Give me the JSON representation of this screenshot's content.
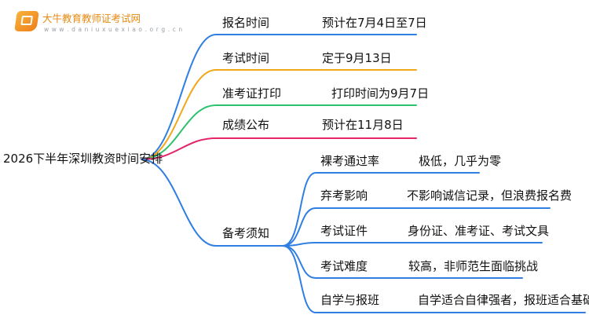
{
  "logo": {
    "name": "大牛教育教师证考试网",
    "url": "w w w . d a n i u x u e x i a o . o r g . c n"
  },
  "root": "2026下半年深圳教资时间安排",
  "branches": [
    {
      "label": "报名时间",
      "value": "预计在7月4日至7日",
      "color": "#2f7fe3"
    },
    {
      "label": "考试时间",
      "value": "定于9月13日",
      "color": "#f0a818"
    },
    {
      "label": "准考证打印",
      "value": "打印时间为9月7日",
      "color": "#2cc26d"
    },
    {
      "label": "成绩公布",
      "value": "预计在11月8日",
      "color": "#e4256a"
    },
    {
      "label": "备考须知",
      "color": "#2f7fe3",
      "children": [
        {
          "label": "裸考通过率",
          "value": "极低，几乎为零"
        },
        {
          "label": "弃考影响",
          "value": "不影响诚信记录，但浪费报名费"
        },
        {
          "label": "考试证件",
          "value": "身份证、准考证、考试文具"
        },
        {
          "label": "考试难度",
          "value": "较高，非师范生面临挑战"
        },
        {
          "label": "自学与报班",
          "value": "自学适合自律强者，报班适合基础弱者"
        }
      ]
    }
  ]
}
